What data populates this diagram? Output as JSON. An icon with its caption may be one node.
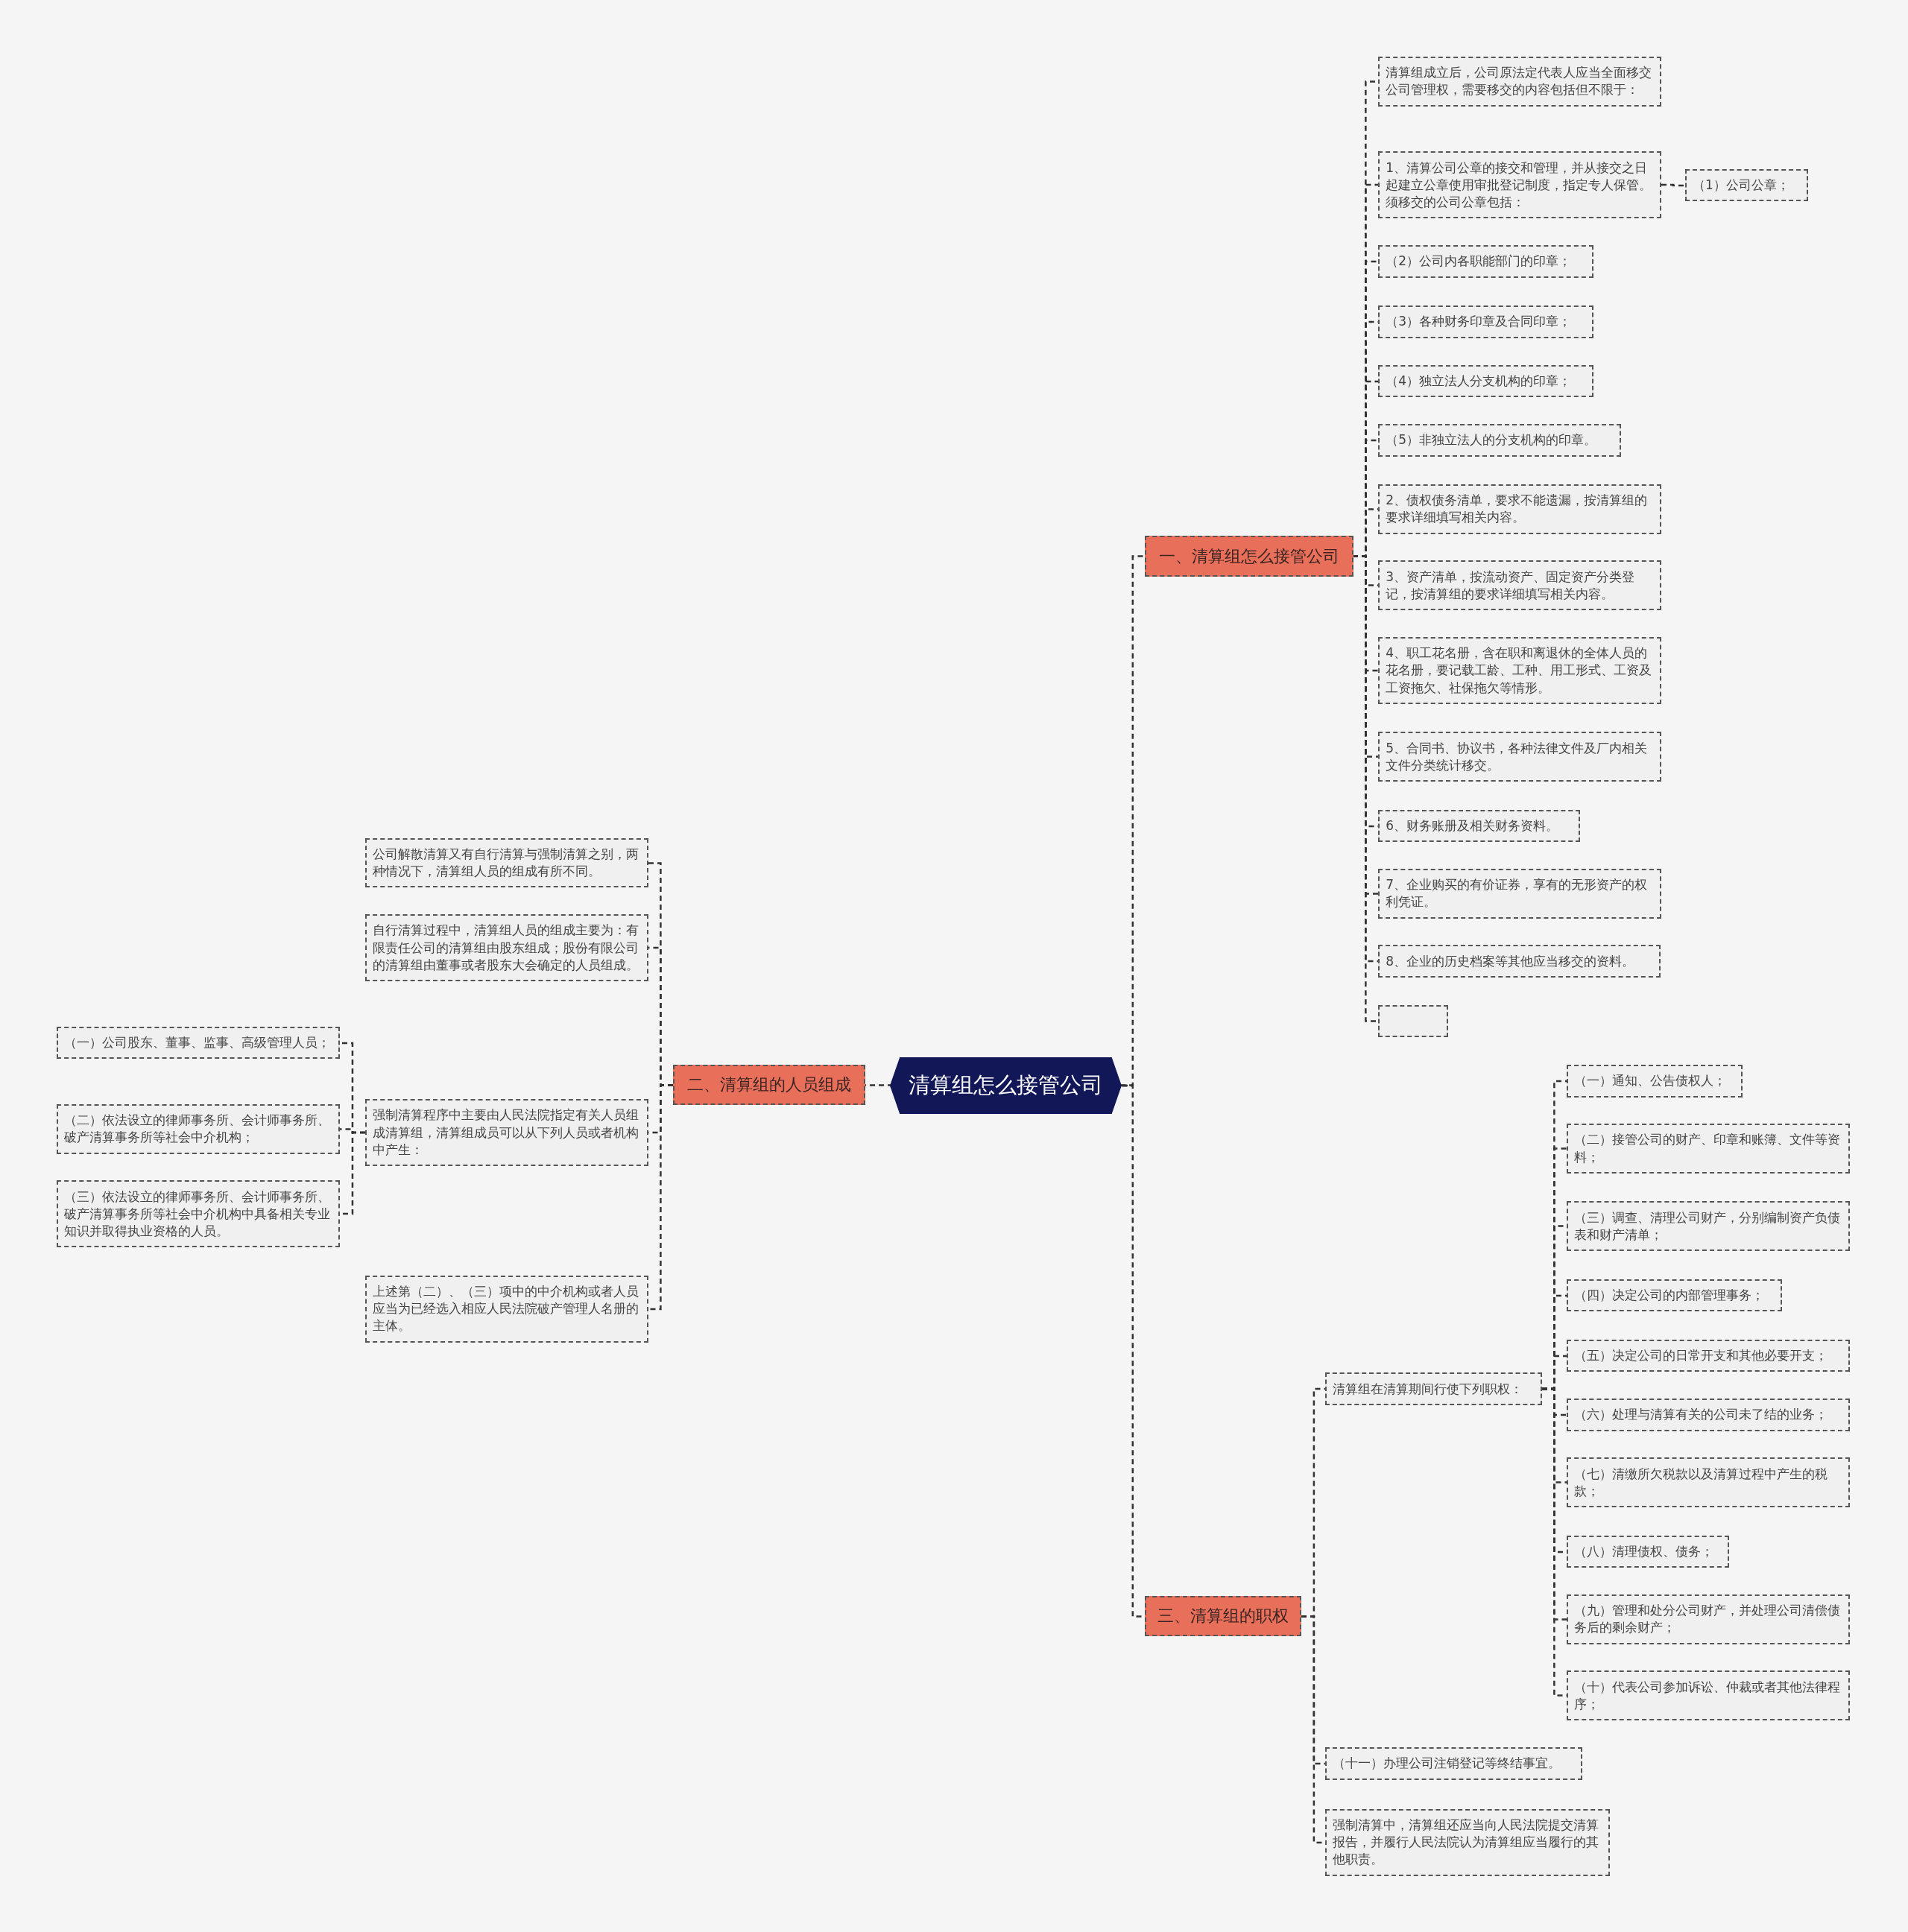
{
  "diagram": {
    "nodes": [
      {
        "text": [
          "清算组怎么接管公司"
        ]
      },
      {
        "text": [
          "一、清算组怎么接管公司"
        ]
      },
      {
        "text": [
          "清算组成立后，公司原法定代表人应当全面移交公司管理权，需要移交的内容包括但不限于："
        ]
      },
      {
        "text": [
          "1、清算公司公章的接交和管理，并从接交之日起建立公章使用审批登记制度，指定专人保管。须移交的公司公章包括："
        ]
      },
      {
        "text": [
          "（1）公司公章；"
        ]
      },
      {
        "text": [
          "（2）公司内各职能部门的印章；"
        ]
      },
      {
        "text": [
          "（3）各种财务印章及合同印章；"
        ]
      },
      {
        "text": [
          "（4）独立法人分支机构的印章；"
        ]
      },
      {
        "text": [
          "（5）非独立法人的分支机构的印章。"
        ]
      },
      {
        "text": [
          "2、债权债务清单，要求不能遗漏，按清算组的要求详细填写相关内容。"
        ]
      },
      {
        "text": [
          "3、资产清单，按流动资产、固定资产分类登记，按清算组的要求详细填写相关内容。"
        ]
      },
      {
        "text": [
          "4、职工花名册，含在职和离退休的全体人员的花名册，要记载工龄、工种、用工形式、工资及工资拖欠、社保拖欠等情形。"
        ]
      },
      {
        "text": [
          "5、合同书、协议书，各种法律文件及厂内相关文件分类统计移交。"
        ]
      },
      {
        "text": [
          "6、财务账册及相关财务资料。"
        ]
      },
      {
        "text": [
          "7、企业购买的有价证券，享有的无形资产的权利凭证。"
        ]
      },
      {
        "text": [
          "8、企业的历史档案等其他应当移交的资料。"
        ]
      },
      {
        "text": [],
        "shape": "box"
      },
      {
        "text": [
          "二、清算组的人员组成"
        ]
      },
      {
        "text": [
          "公司解散清算又有自行清算与强制清算之别，两种情况下，清算组人员的组成有所不同。"
        ]
      },
      {
        "text": [
          "自行清算过程中，清算组人员的组成主要为：有限责任公司的清算组由股东组成；股份有限公司的清算组由董事或者股东大会确定的人员组成。"
        ]
      },
      {
        "text": [
          "强制清算程序中主要由人民法院指定有关人员组成清算组，清算组成员可以从下列人员或者机构中产生："
        ]
      },
      {
        "text": [
          "（一）公司股东、董事、监事、高级管理人员；"
        ]
      },
      {
        "text": [
          "（二）依法设立的律师事务所、会计师事务所、破产清算事务所等社会中介机构；"
        ]
      },
      {
        "text": [
          "（三）依法设立的律师事务所、会计师事务所、破产清算事务所等社会中介机构中具备相关专业知识并取得执业资格的人员。"
        ]
      },
      {
        "text": [
          "上述第（二）、（三）项中的中介机构或者人员应当为已经选入相应人民法院破产管理人名册的主体。"
        ]
      },
      {
        "text": [
          "三、清算组的职权"
        ]
      },
      {
        "text": [
          "清算组在清算期间行使下列职权："
        ]
      },
      {
        "text": [
          "（一）通知、公告债权人；"
        ]
      },
      {
        "text": [
          "（二）接管公司的财产、印章和账簿、文件等资料；"
        ]
      },
      {
        "text": [
          "（三）调查、清理公司财产，分别编制资产负债表和财产清单；"
        ]
      },
      {
        "text": [
          "（四）决定公司的内部管理事务；"
        ]
      },
      {
        "text": [
          "（五）决定公司的日常开支和其他必要开支；"
        ]
      },
      {
        "text": [
          "（六）处理与清算有关的公司未了结的业务；"
        ]
      },
      {
        "text": [
          "（七）清缴所欠税款以及清算过程中产生的税款；"
        ]
      },
      {
        "text": [
          "（八）清理债权、债务；"
        ]
      },
      {
        "text": [
          "（九）管理和处分公司财产，并处理公司清偿债务后的剩余财产；"
        ]
      },
      {
        "text": [
          "（十）代表公司参加诉讼、仲裁或者其他法律程序；"
        ]
      },
      {
        "text": [
          "（十一）办理公司注销登记等终结事宜。"
        ]
      },
      {
        "text": [
          "强制清算中，清算组还应当向人民法院提交清算报告，并履行人民法院认为清算组应当履行的其他职责。"
        ]
      }
    ],
    "edges": [
      {
        "from": 0,
        "to": 1,
        "arrow": "none"
      },
      {
        "from": 0,
        "to": 17,
        "arrow": "none"
      },
      {
        "from": 0,
        "to": 25,
        "arrow": "none"
      },
      {
        "from": 1,
        "to": 2,
        "arrow": "none"
      },
      {
        "from": 1,
        "to": 3,
        "arrow": "none"
      },
      {
        "from": 3,
        "to": 4,
        "arrow": "none"
      },
      {
        "from": 1,
        "to": 5,
        "arrow": "none"
      },
      {
        "from": 1,
        "to": 6,
        "arrow": "none"
      },
      {
        "from": 1,
        "to": 7,
        "arrow": "none"
      },
      {
        "from": 1,
        "to": 8,
        "arrow": "none"
      },
      {
        "from": 1,
        "to": 9,
        "arrow": "none"
      },
      {
        "from": 1,
        "to": 10,
        "arrow": "none"
      },
      {
        "from": 1,
        "to": 11,
        "arrow": "none"
      },
      {
        "from": 1,
        "to": 12,
        "arrow": "none"
      },
      {
        "from": 1,
        "to": 13,
        "arrow": "none"
      },
      {
        "from": 1,
        "to": 14,
        "arrow": "none"
      },
      {
        "from": 1,
        "to": 15,
        "arrow": "none"
      },
      {
        "from": 1,
        "to": 16,
        "arrow": "none"
      },
      {
        "from": 17,
        "to": 18,
        "arrow": "none"
      },
      {
        "from": 17,
        "to": 19,
        "arrow": "none"
      },
      {
        "from": 17,
        "to": 20,
        "arrow": "none"
      },
      {
        "from": 20,
        "to": 21,
        "arrow": "none"
      },
      {
        "from": 20,
        "to": 22,
        "arrow": "none"
      },
      {
        "from": 20,
        "to": 23,
        "arrow": "none"
      },
      {
        "from": 17,
        "to": 24,
        "arrow": "none"
      },
      {
        "from": 25,
        "to": 26,
        "arrow": "none"
      },
      {
        "from": 26,
        "to": 27,
        "arrow": "none"
      },
      {
        "from": 26,
        "to": 28,
        "arrow": "none"
      },
      {
        "from": 26,
        "to": 29,
        "arrow": "none"
      },
      {
        "from": 26,
        "to": 30,
        "arrow": "none"
      },
      {
        "from": 26,
        "to": 31,
        "arrow": "none"
      },
      {
        "from": 26,
        "to": 32,
        "arrow": "none"
      },
      {
        "from": 26,
        "to": 33,
        "arrow": "none"
      },
      {
        "from": 26,
        "to": 34,
        "arrow": "none"
      },
      {
        "from": 26,
        "to": 35,
        "arrow": "none"
      },
      {
        "from": 26,
        "to": 36,
        "arrow": "none"
      },
      {
        "from": 25,
        "to": 37,
        "arrow": "none"
      },
      {
        "from": 25,
        "to": 38,
        "arrow": "none"
      }
    ]
  }
}
